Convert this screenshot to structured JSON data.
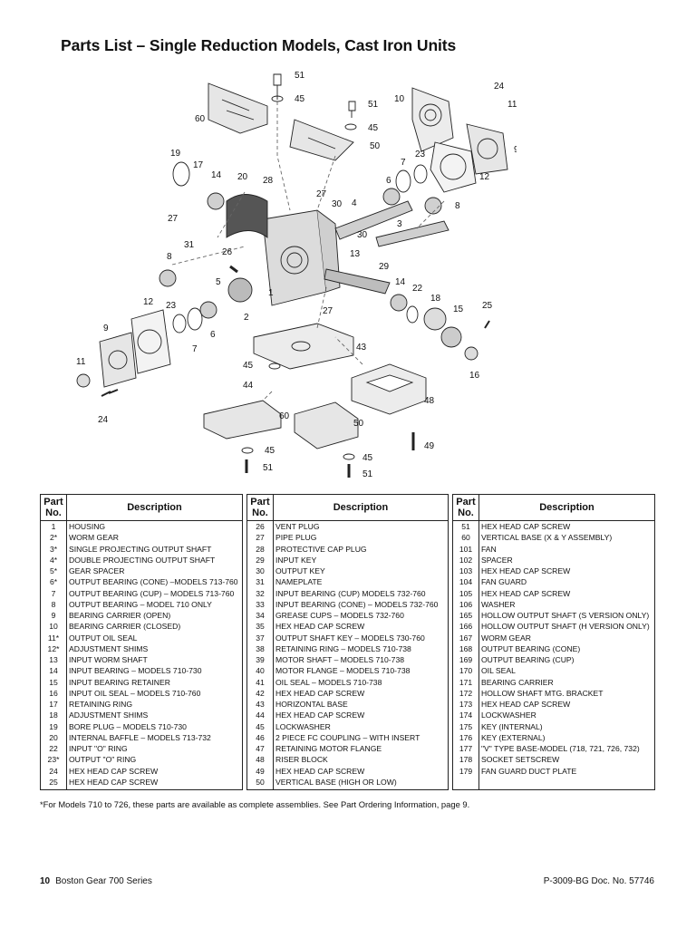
{
  "title": "Parts List – Single Reduction Models, Cast Iron Units",
  "diagram": {
    "callouts": [
      "51",
      "45",
      "60",
      "51",
      "45",
      "50",
      "10",
      "24",
      "11",
      "9",
      "12",
      "23",
      "7",
      "6",
      "8",
      "4",
      "3",
      "30",
      "30",
      "27",
      "28",
      "20",
      "19",
      "17",
      "14",
      "27",
      "31",
      "26",
      "5",
      "2",
      "1",
      "13",
      "29",
      "14",
      "22",
      "18",
      "15",
      "25",
      "16",
      "8",
      "12",
      "23",
      "7",
      "6",
      "9",
      "11",
      "24",
      "27",
      "43",
      "45",
      "44",
      "48",
      "60",
      "50",
      "45",
      "51",
      "49",
      "45",
      "51"
    ]
  },
  "table_headers": {
    "part_no": "Part No.",
    "description": "Description"
  },
  "tables": [
    [
      {
        "no": "1",
        "desc": "HOUSING"
      },
      {
        "no": "2*",
        "desc": "WORM GEAR"
      },
      {
        "no": "3*",
        "desc": "SINGLE PROJECTING OUTPUT SHAFT"
      },
      {
        "no": "4*",
        "desc": "DOUBLE PROJECTING OUTPUT SHAFT"
      },
      {
        "no": "5*",
        "desc": "GEAR SPACER"
      },
      {
        "no": "6*",
        "desc": "OUTPUT BEARING (CONE) –MODELS 713-760"
      },
      {
        "no": "7",
        "desc": "OUTPUT BEARING (CUP) – MODELS 713-760"
      },
      {
        "no": "8",
        "desc": "OUTPUT BEARING – MODEL 710 ONLY"
      },
      {
        "no": "9",
        "desc": "BEARING CARRIER (OPEN)"
      },
      {
        "no": "10",
        "desc": "BEARING CARRIER (CLOSED)"
      },
      {
        "no": "11*",
        "desc": "OUTPUT OIL SEAL"
      },
      {
        "no": "12*",
        "desc": "ADJUSTMENT SHIMS"
      },
      {
        "no": "13",
        "desc": "INPUT WORM SHAFT"
      },
      {
        "no": "14",
        "desc": "INPUT BEARING – MODELS 710-730"
      },
      {
        "no": "15",
        "desc": "INPUT BEARING RETAINER"
      },
      {
        "no": "16",
        "desc": "INPUT OIL SEAL – MODELS 710-760"
      },
      {
        "no": "17",
        "desc": "RETAINING RING"
      },
      {
        "no": "18",
        "desc": "ADJUSTMENT SHIMS"
      },
      {
        "no": "19",
        "desc": "BORE PLUG – MODELS 710-730"
      },
      {
        "no": "20",
        "desc": "INTERNAL BAFFLE – MODELS 713-732"
      },
      {
        "no": "22",
        "desc": "INPUT \"O\" RING"
      },
      {
        "no": "23*",
        "desc": "OUTPUT \"O\" RING"
      },
      {
        "no": "24",
        "desc": "HEX HEAD CAP SCREW"
      },
      {
        "no": "25",
        "desc": "HEX HEAD CAP SCREW"
      }
    ],
    [
      {
        "no": "26",
        "desc": "VENT PLUG"
      },
      {
        "no": "27",
        "desc": "PIPE PLUG"
      },
      {
        "no": "28",
        "desc": "PROTECTIVE CAP PLUG"
      },
      {
        "no": "29",
        "desc": "INPUT KEY"
      },
      {
        "no": "30",
        "desc": "OUTPUT KEY"
      },
      {
        "no": "31",
        "desc": "NAMEPLATE"
      },
      {
        "no": "32",
        "desc": "INPUT BEARING (CUP)   MODELS 732-760"
      },
      {
        "no": "33",
        "desc": "INPUT BEARING (CONE) – MODELS 732-760"
      },
      {
        "no": "34",
        "desc": "GREASE CUPS – MODELS 732-760"
      },
      {
        "no": "35",
        "desc": "HEX HEAD CAP SCREW"
      },
      {
        "no": "37",
        "desc": "OUTPUT SHAFT KEY – MODELS 730-760"
      },
      {
        "no": "38",
        "desc": "RETAINING RING – MODELS 710-738"
      },
      {
        "no": "39",
        "desc": "MOTOR SHAFT – MODELS 710-738"
      },
      {
        "no": "40",
        "desc": "MOTOR FLANGE – MODELS 710-738"
      },
      {
        "no": "41",
        "desc": "OIL SEAL – MODELS 710-738"
      },
      {
        "no": "42",
        "desc": "HEX HEAD CAP SCREW"
      },
      {
        "no": "43",
        "desc": "HORIZONTAL BASE"
      },
      {
        "no": "44",
        "desc": "HEX HEAD CAP SCREW"
      },
      {
        "no": "45",
        "desc": "LOCKWASHER"
      },
      {
        "no": "46",
        "desc": "2 PIECE FC COUPLING – WITH INSERT"
      },
      {
        "no": "47",
        "desc": "RETAINING MOTOR FLANGE"
      },
      {
        "no": "48",
        "desc": "RISER BLOCK"
      },
      {
        "no": "49",
        "desc": "HEX HEAD CAP SCREW"
      },
      {
        "no": "50",
        "desc": "VERTICAL BASE (HIGH OR LOW)"
      }
    ],
    [
      {
        "no": "51",
        "desc": "HEX HEAD CAP SCREW"
      },
      {
        "no": "60",
        "desc": "VERTICAL BASE (X & Y ASSEMBLY)"
      },
      {
        "no": "101",
        "desc": "FAN"
      },
      {
        "no": "102",
        "desc": "SPACER"
      },
      {
        "no": "103",
        "desc": "HEX HEAD CAP SCREW"
      },
      {
        "no": "104",
        "desc": "FAN GUARD"
      },
      {
        "no": "105",
        "desc": "HEX HEAD CAP SCREW"
      },
      {
        "no": "106",
        "desc": "WASHER"
      },
      {
        "no": "165",
        "desc": "HOLLOW OUTPUT SHAFT (S VERSION ONLY)"
      },
      {
        "no": "166",
        "desc": "HOLLOW OUTPUT SHAFT (H VERSION ONLY)"
      },
      {
        "no": "167",
        "desc": "WORM GEAR"
      },
      {
        "no": "168",
        "desc": "OUTPUT BEARING (CONE)"
      },
      {
        "no": "169",
        "desc": "OUTPUT BEARING (CUP)"
      },
      {
        "no": "170",
        "desc": "OIL SEAL"
      },
      {
        "no": "171",
        "desc": "BEARING CARRIER"
      },
      {
        "no": "172",
        "desc": "HOLLOW SHAFT MTG. BRACKET"
      },
      {
        "no": "173",
        "desc": "HEX HEAD CAP SCREW"
      },
      {
        "no": "174",
        "desc": "LOCKWASHER"
      },
      {
        "no": "175",
        "desc": "KEY (INTERNAL)"
      },
      {
        "no": "176",
        "desc": "KEY (EXTERNAL)"
      },
      {
        "no": "177",
        "desc": "\"V\" TYPE BASE-MODEL (718, 721, 726, 732)"
      },
      {
        "no": "178",
        "desc": "SOCKET SETSCREW"
      },
      {
        "no": "179",
        "desc": "FAN GUARD DUCT PLATE"
      },
      {
        "no": "",
        "desc": ""
      }
    ]
  ],
  "footnote": "*For Models 710 to 726, these parts are available as complete assemblies. See Part Ordering Information, page 9.",
  "footer": {
    "page_number": "10",
    "series": "Boston Gear 700 Series",
    "doc_ref": "P-3009-BG Doc. No. 57746"
  }
}
